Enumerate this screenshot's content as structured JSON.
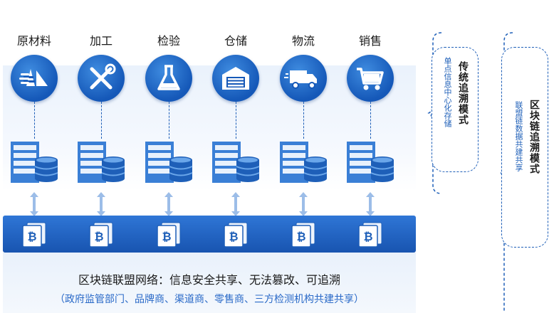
{
  "stages": [
    {
      "label": "原材料",
      "icon": "raw-material-icon"
    },
    {
      "label": "加工",
      "icon": "tools-icon"
    },
    {
      "label": "检验",
      "icon": "flask-icon"
    },
    {
      "label": "仓储",
      "icon": "warehouse-icon"
    },
    {
      "label": "物流",
      "icon": "truck-icon"
    },
    {
      "label": "销售",
      "icon": "cart-icon"
    }
  ],
  "network": {
    "title": "区块链联盟网络：信息安全共享、无法篡改、可追溯",
    "subtitle": "（政府监管部门、品牌商、渠道商、零售商、三方检测机构共建共享）"
  },
  "traditional_mode": {
    "title": "传统追溯模式",
    "subtitle": "单点信息中心化存储"
  },
  "blockchain_mode": {
    "title": "区块链追溯模式",
    "subtitle": "联盟链数据共建共享"
  },
  "colors": {
    "primary": "#1e5fb8",
    "accent": "#2a6ac8",
    "panel": "#eaf2fc"
  }
}
